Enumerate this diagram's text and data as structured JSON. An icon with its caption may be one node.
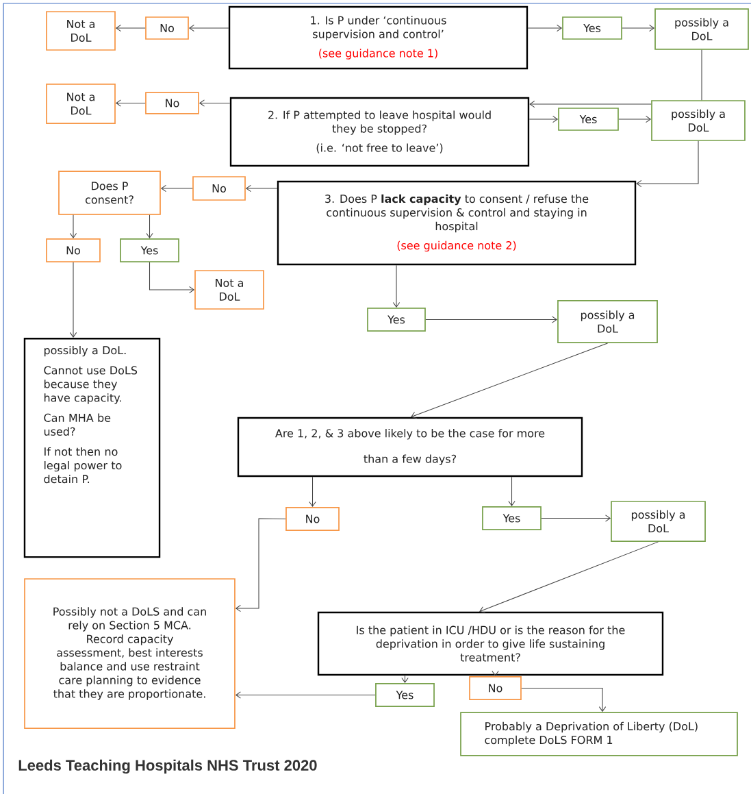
{
  "diagram": {
    "caption": "Leeds Teaching Hospitals NHS Trust 2020",
    "nodes": [
      {
        "text": [
          "1. Is P under ‘continuous supervision and control’",
          "(see guidance note 1)"
        ]
      },
      {
        "text": [
          "No"
        ]
      },
      {
        "text": [
          "Not a DoL"
        ]
      },
      {
        "text": [
          "Yes"
        ]
      },
      {
        "text": [
          "possibly a DoL"
        ]
      },
      {
        "text": [
          "2. If P attempted to leave hospital would they be stopped?",
          "(i.e. ‘not free to leave’)"
        ]
      },
      {
        "text": [
          "No"
        ]
      },
      {
        "text": [
          "Not a DoL"
        ]
      },
      {
        "text": [
          "Yes"
        ]
      },
      {
        "text": [
          "possibly a DoL"
        ]
      },
      {
        "text": [
          "3. Does P **lack capacity** to consent / refuse the continuous supervision & control and staying in hospital",
          "(see guidance note 2)"
        ]
      },
      {
        "text": [
          "No"
        ]
      },
      {
        "text": [
          "Does P consent?"
        ]
      },
      {
        "text": [
          "No"
        ]
      },
      {
        "text": [
          "Yes"
        ]
      },
      {
        "text": [
          "Not a DoL"
        ]
      },
      {
        "text": [
          "possibly a DoL.",
          "Cannot use DoLS because they have capacity.",
          "Can MHA be used?",
          "If not then no legal power to detain P."
        ]
      },
      {
        "text": [
          "Yes"
        ]
      },
      {
        "text": [
          "possibly a DoL"
        ]
      },
      {
        "text": [
          "Are 1, 2, & 3 above likely to be the case for more than a few days?"
        ]
      },
      {
        "text": [
          "No"
        ]
      },
      {
        "text": [
          "Yes"
        ]
      },
      {
        "text": [
          "possibly a DoL"
        ]
      },
      {
        "text": [
          "Possibly not a DoLS and can rely on Section 5 MCA. Record capacity assessment, best interests balance and use restraint care planning to evidence that they are proportionate."
        ]
      },
      {
        "text": [
          "Is the patient in ICU /HDU or is the reason for the deprivation in order to give life sustaining treatment?"
        ]
      },
      {
        "text": [
          "Yes"
        ]
      },
      {
        "text": [
          "No"
        ]
      },
      {
        "text": [
          "Probably a Deprivation of Liberty (DoL) complete DoLS FORM 1"
        ]
      }
    ],
    "edges": [
      {
        "from": 0,
        "to": 1,
        "arrow": "to"
      },
      {
        "from": 1,
        "to": 2,
        "arrow": "to"
      },
      {
        "from": 0,
        "to": 3,
        "arrow": "to"
      },
      {
        "from": 3,
        "to": 4,
        "arrow": "to"
      },
      {
        "from": 4,
        "to": 9,
        "arrow": "none"
      },
      {
        "from": 5,
        "to": 8,
        "arrow": "to"
      },
      {
        "from": 8,
        "to": 9,
        "arrow": "to"
      },
      {
        "from": 5,
        "to": 6,
        "arrow": "to"
      },
      {
        "from": 6,
        "to": 7,
        "arrow": "to"
      },
      {
        "from": 9,
        "to": 10,
        "arrow": "to"
      },
      {
        "from": 10,
        "to": 11,
        "arrow": "to"
      },
      {
        "from": 11,
        "to": 12,
        "arrow": "to"
      },
      {
        "from": 12,
        "to": 13,
        "arrow": "to"
      },
      {
        "from": 12,
        "to": 14,
        "arrow": "to"
      },
      {
        "from": 14,
        "to": 15,
        "arrow": "to"
      },
      {
        "from": 13,
        "to": 16,
        "arrow": "to"
      },
      {
        "from": 10,
        "to": 17,
        "arrow": "to"
      },
      {
        "from": 17,
        "to": 18,
        "arrow": "to"
      },
      {
        "from": 18,
        "to": 19,
        "arrow": "to"
      },
      {
        "from": 19,
        "to": 20,
        "arrow": "to"
      },
      {
        "from": 19,
        "to": 21,
        "arrow": "to"
      },
      {
        "from": 21,
        "to": 22,
        "arrow": "to"
      },
      {
        "from": 22,
        "to": 24,
        "arrow": "to"
      },
      {
        "from": 24,
        "to": 25,
        "arrow": "to"
      },
      {
        "from": 24,
        "to": 26,
        "arrow": "to"
      },
      {
        "from": 25,
        "to": 23,
        "arrow": "to"
      },
      {
        "from": 26,
        "to": 27,
        "arrow": "to"
      },
      {
        "from": 20,
        "to": 23,
        "arrow": "to"
      },
      {
        "from": 9,
        "to": 5,
        "arrow": "to"
      }
    ]
  }
}
